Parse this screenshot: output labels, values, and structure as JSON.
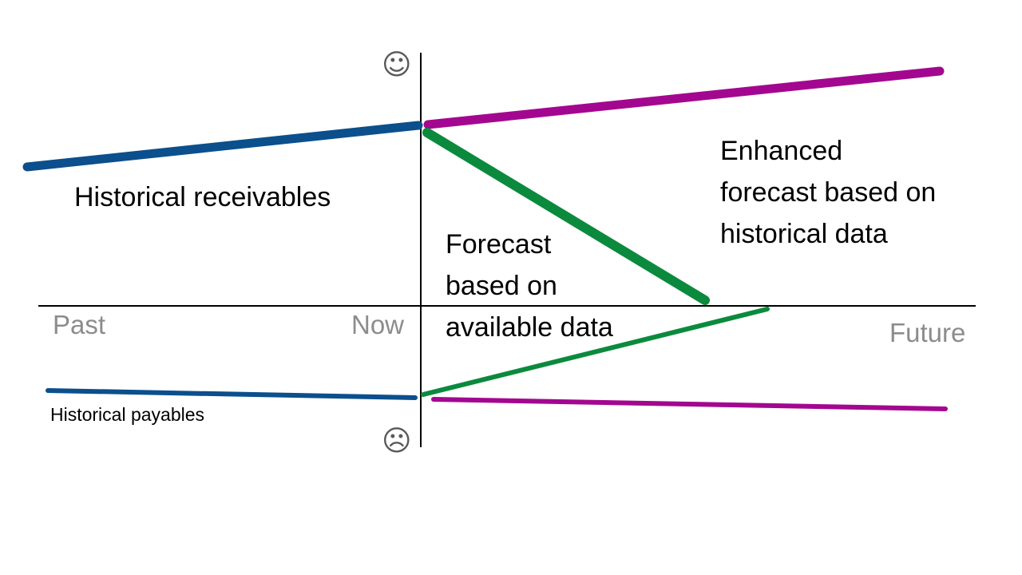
{
  "axes": {
    "past": "Past",
    "now": "Now",
    "future": "Future"
  },
  "icons": {
    "happy": "☺",
    "sad": "☹"
  },
  "labels": {
    "historical_receivables": "Historical receivables",
    "historical_payables": "Historical payables",
    "forecast_available": "Forecast\nbased on\navailable data",
    "enhanced_forecast": "Enhanced\nforecast based on\nhistorical data"
  },
  "colors": {
    "historical": "#0b4f8c",
    "enhanced_forecast": "#a3078f",
    "available_forecast": "#0b8a3e",
    "axis": "#000000",
    "axis_label": "#8c8c8c"
  }
}
